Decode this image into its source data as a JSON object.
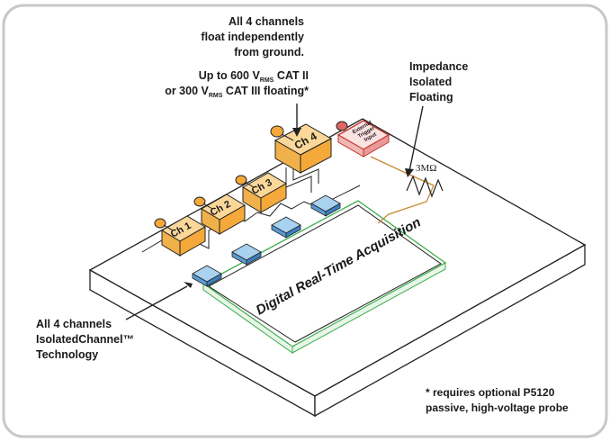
{
  "annotations": {
    "float_line1": "All 4 channels",
    "float_line2": "float independently",
    "float_line3": "from ground.",
    "rating_line1_pre": "Up to 600 V",
    "rating_line1_sub": "RMS",
    "rating_line1_post": " CAT II",
    "rating_line2_pre": "or 300 V",
    "rating_line2_sub": "RMS",
    "rating_line2_post": " CAT III floating*",
    "impedance_line1": "Impedance",
    "impedance_line2": "Isolated",
    "impedance_line3": "Floating",
    "isolated_line1": "All 4 channels",
    "isolated_line2": "IsolatedChannel™",
    "isolated_line3": "Technology",
    "footnote_line1": "* requires optional P5120",
    "footnote_line2": "passive, high-voltage probe"
  },
  "channels": [
    "Ch 1",
    "Ch 2",
    "Ch 3",
    "Ch 4"
  ],
  "trigger": {
    "line1": "External",
    "line2": "Trigger",
    "line3": "Input"
  },
  "resistor_label": "3MΩ",
  "acquisition_label": "Digital Real-Time Acquisition",
  "colors": {
    "connector": "#f4a93a",
    "connector_light": "#fbd89a",
    "pad": "#5b9bd5",
    "pad_light": "#a9d1f0",
    "trigger": "#c0392b",
    "trace": "#c98a2e",
    "acq_border": "#3cae4a"
  }
}
